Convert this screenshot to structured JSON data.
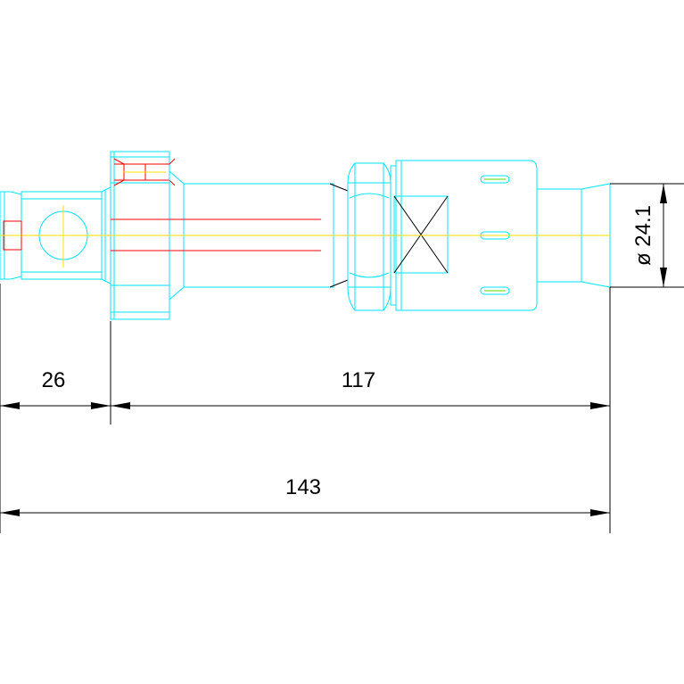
{
  "dimensions": {
    "left_length": "26",
    "body_length": "117",
    "total_length": "143",
    "diameter": "ø 24.1"
  },
  "colors": {
    "outline": "#00e5ff",
    "centerline": "#ffe000",
    "hidden": "#ff0000",
    "pins": "#55dd00",
    "dimension": "#000000"
  }
}
